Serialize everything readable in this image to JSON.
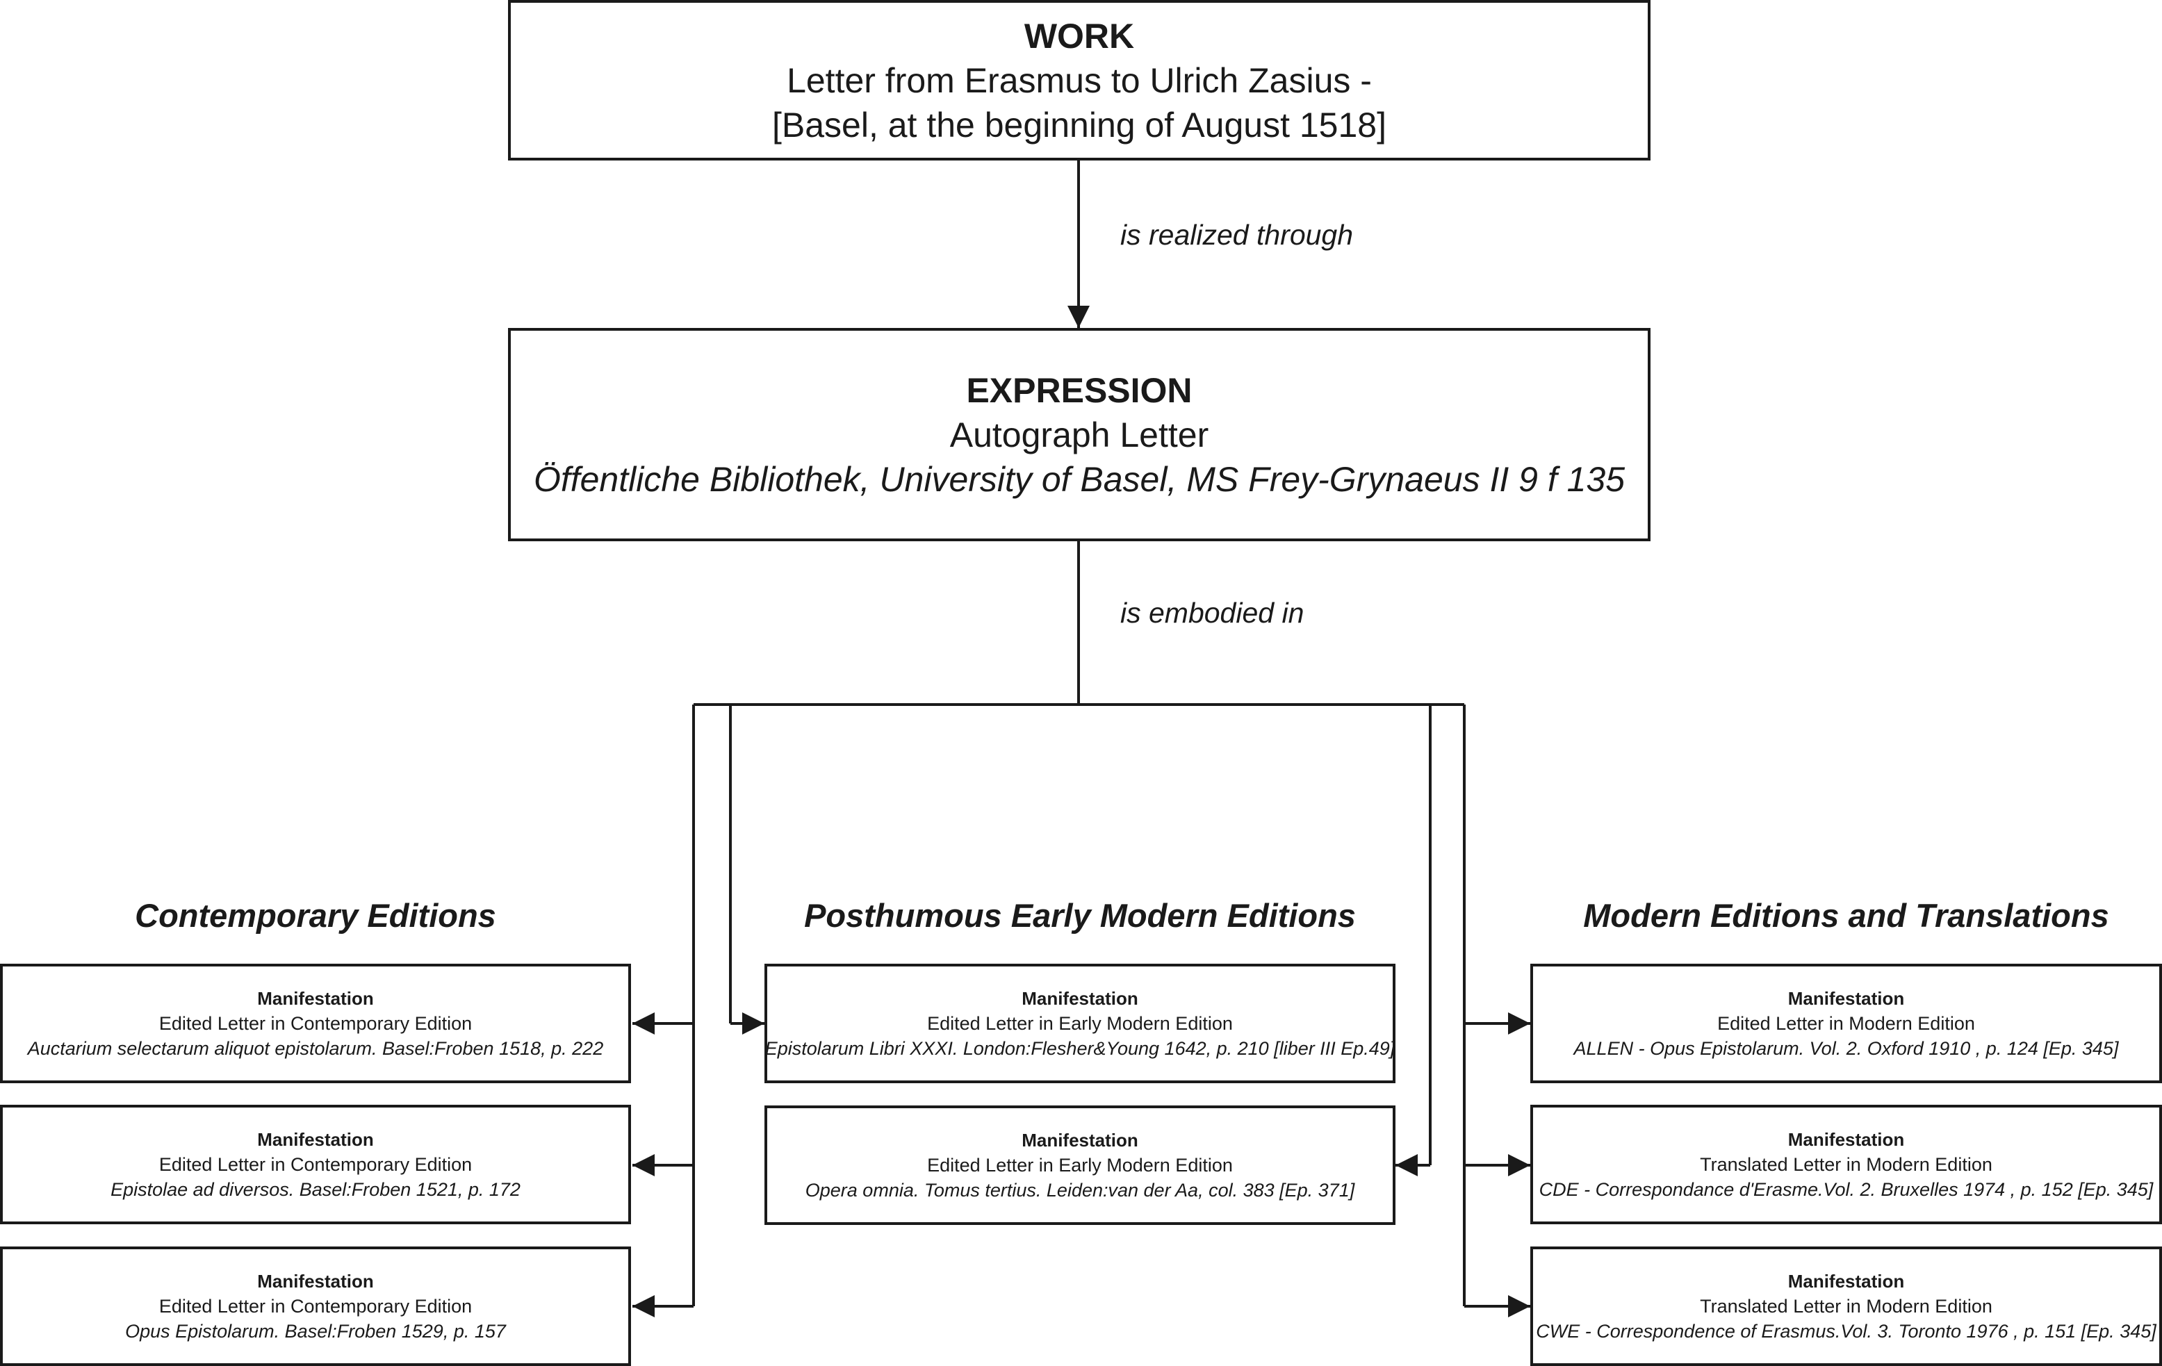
{
  "work": {
    "title": "WORK",
    "line1": "Letter from Erasmus to Ulrich Zasius -",
    "line2": "[Basel, at the beginning of August 1518]"
  },
  "edges": {
    "realized": "is realized through",
    "embodied": "is embodied in"
  },
  "expression": {
    "title": "EXPRESSION",
    "line1": "Autograph Letter",
    "line2": "Öffentliche Bibliothek, University of Basel, MS Frey-Grynaeus II 9 f 135"
  },
  "groups": [
    {
      "heading": "Contemporary Editions",
      "manifestations": [
        {
          "title": "Manifestation",
          "type": "Edited Letter in Contemporary Edition",
          "citation": "Auctarium selectarum aliquot epistolarum. Basel:Froben 1518, p. 222"
        },
        {
          "title": "Manifestation",
          "type": "Edited Letter in Contemporary Edition",
          "citation": "Epistolae ad diversos. Basel:Froben 1521, p. 172"
        },
        {
          "title": "Manifestation",
          "type": "Edited Letter in Contemporary Edition",
          "citation": "Opus Epistolarum. Basel:Froben 1529, p. 157"
        }
      ]
    },
    {
      "heading": "Posthumous Early Modern Editions",
      "manifestations": [
        {
          "title": "Manifestation",
          "type": "Edited Letter in Early Modern Edition",
          "citation": "Epistolarum Libri XXXI. London:Flesher&Young 1642, p. 210 [liber III Ep.49]"
        },
        {
          "title": "Manifestation",
          "type": "Edited Letter in Early Modern Edition",
          "citation": "Opera omnia. Tomus tertius. Leiden:van der Aa, col. 383 [Ep. 371]"
        }
      ]
    },
    {
      "heading": "Modern Editions and Translations",
      "manifestations": [
        {
          "title": "Manifestation",
          "type": "Edited Letter in Modern Edition",
          "citation": "ALLEN - Opus Epistolarum. Vol. 2. Oxford 1910 , p. 124 [Ep. 345]"
        },
        {
          "title": "Manifestation",
          "type": "Translated Letter in Modern Edition",
          "citation": "CDE - Correspondance d'Erasme.Vol. 2. Bruxelles 1974 , p. 152 [Ep. 345]"
        },
        {
          "title": "Manifestation",
          "type": "Translated Letter in Modern Edition",
          "citation": "CWE - Correspondence of Erasmus.Vol. 3. Toronto 1976 , p. 151 [Ep. 345]"
        }
      ]
    }
  ],
  "colors": {
    "line": "#1a1a1a",
    "background": "#ffffff"
  }
}
